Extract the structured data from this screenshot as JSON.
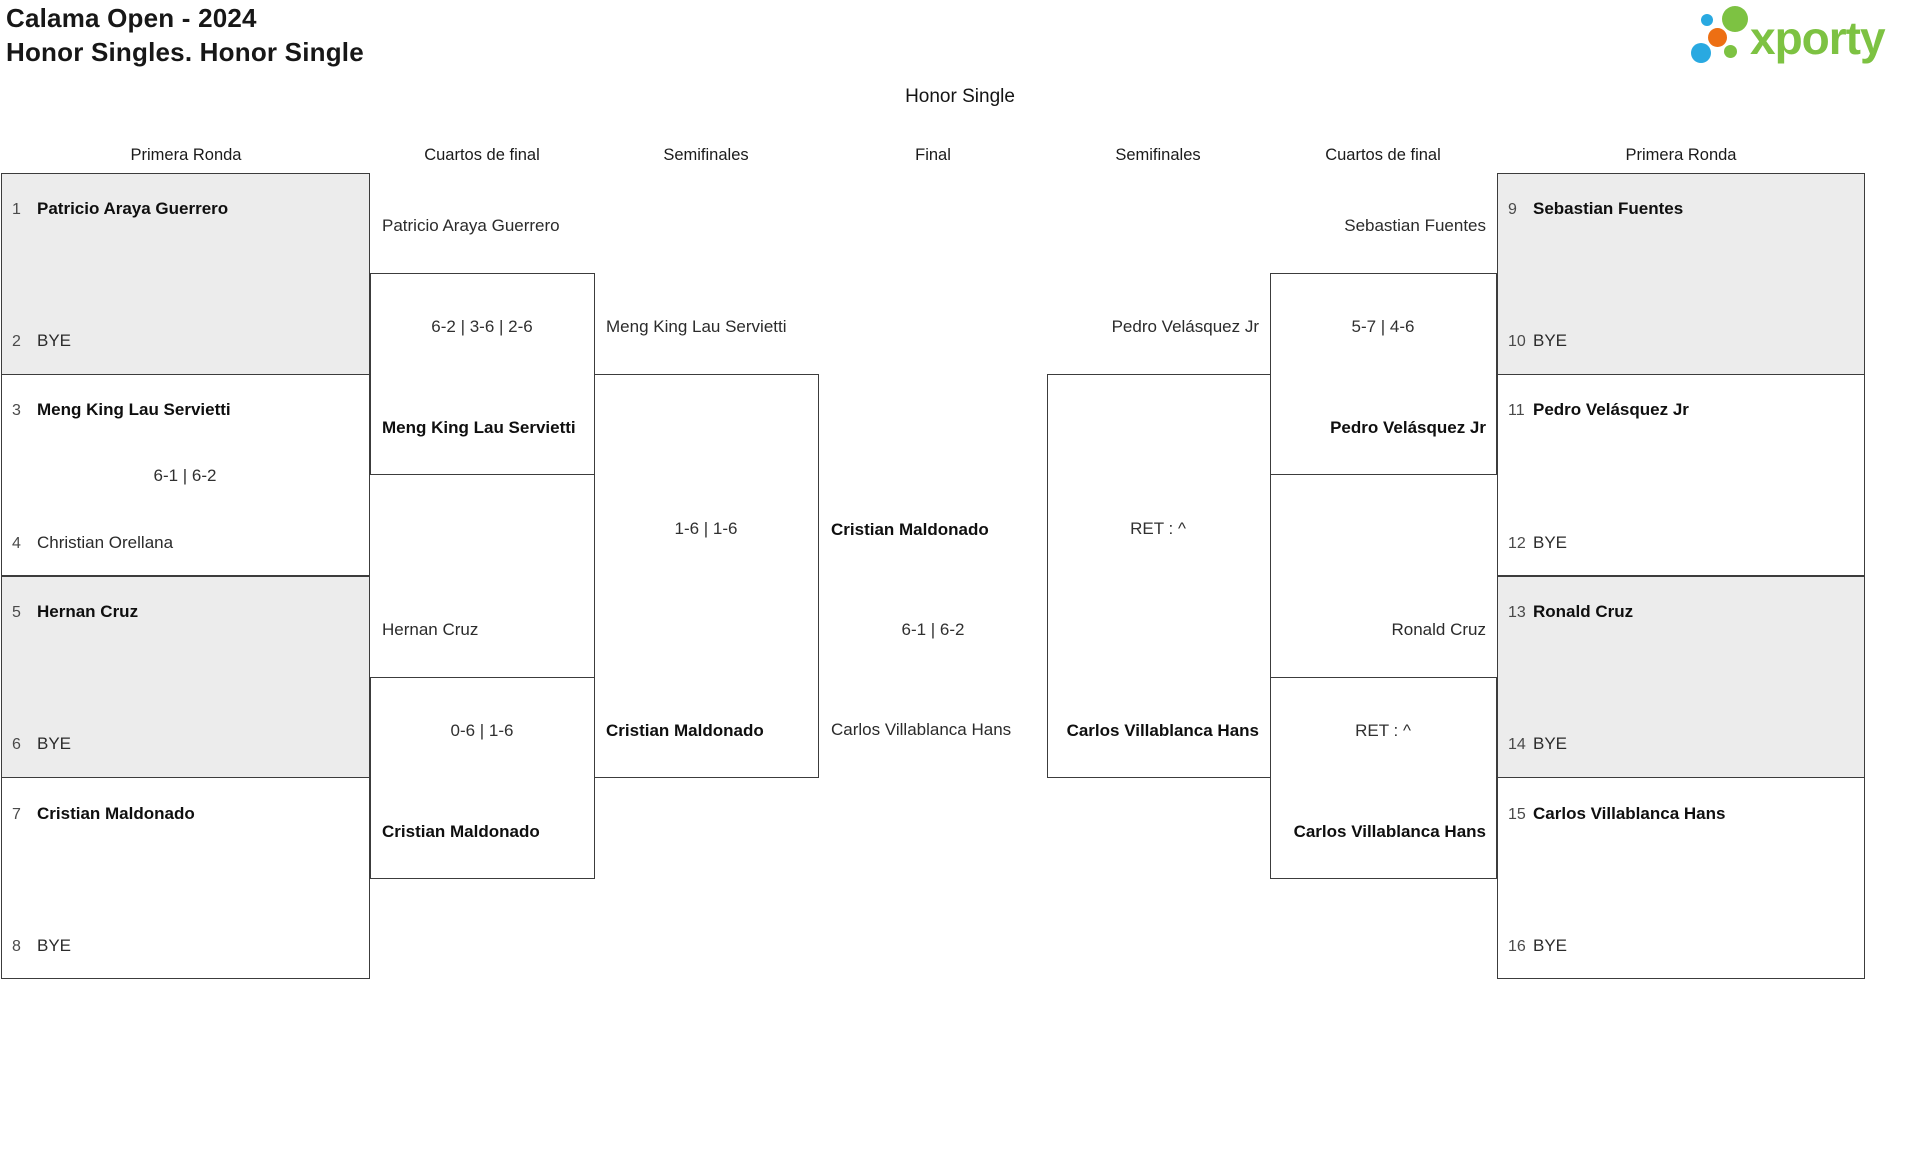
{
  "page": {
    "title_line1": "Calama Open - 2024",
    "title_line2": "Honor Singles. Honor Single",
    "logo_text": "xporty",
    "bracket_title": "Honor Single"
  },
  "round_headers": [
    "Primera Ronda",
    "Cuartos de final",
    "Semifinales",
    "Final",
    "Semifinales",
    "Cuartos de final",
    "Primera Ronda"
  ],
  "colors": {
    "box_border": "#3c3c3c",
    "box_shaded_fill": "#ececec",
    "logo_green": "#7dc242",
    "logo_blue": "#29a9e1",
    "logo_orange": "#ed6f13"
  },
  "bracket": {
    "r1_left": [
      {
        "p1_seed": "1",
        "p1_name": "Patricio Araya Guerrero",
        "p2_seed": "2",
        "p2_name": "BYE"
      },
      {
        "p1_seed": "3",
        "p1_name": "Meng King Lau Servietti",
        "score": "6-1 | 6-2",
        "p2_seed": "4",
        "p2_name": "Christian Orellana"
      },
      {
        "p1_seed": "5",
        "p1_name": "Hernan Cruz",
        "p2_seed": "6",
        "p2_name": "BYE"
      },
      {
        "p1_seed": "7",
        "p1_name": "Cristian Maldonado",
        "p2_seed": "8",
        "p2_name": "BYE"
      }
    ],
    "qf_left": [
      {
        "player_top": "Patricio Araya Guerrero",
        "score": "6-2 | 3-6 | 2-6",
        "player_bottom": "Meng King Lau Servietti"
      },
      {
        "player_top": "Hernan Cruz",
        "score": "0-6 | 1-6",
        "player_bottom": "Cristian Maldonado"
      }
    ],
    "sf_left": {
      "player_top": "Meng King Lau Servietti",
      "score": "1-6 | 1-6",
      "player_bottom": "Cristian Maldonado"
    },
    "final": {
      "player_top": "Cristian Maldonado",
      "score": "6-1 | 6-2",
      "player_bottom": "Carlos Villablanca Hans"
    },
    "sf_right": {
      "player_top": "Pedro Velásquez Jr",
      "score": "RET : ^",
      "player_bottom": "Carlos Villablanca Hans"
    },
    "qf_right": [
      {
        "player_top": "Sebastian Fuentes",
        "score": "5-7 | 4-6",
        "player_bottom": "Pedro Velásquez Jr"
      },
      {
        "player_top": "Ronald Cruz",
        "score": "RET : ^",
        "player_bottom": "Carlos Villablanca Hans"
      }
    ],
    "r1_right": [
      {
        "p1_seed": "9",
        "p1_name": "Sebastian Fuentes",
        "p2_seed": "10",
        "p2_name": "BYE"
      },
      {
        "p1_seed": "11",
        "p1_name": "Pedro Velásquez Jr",
        "p2_seed": "12",
        "p2_name": "BYE"
      },
      {
        "p1_seed": "13",
        "p1_name": "Ronald Cruz",
        "p2_seed": "14",
        "p2_name": "BYE"
      },
      {
        "p1_seed": "15",
        "p1_name": "Carlos Villablanca Hans",
        "p2_seed": "16",
        "p2_name": "BYE"
      }
    ]
  }
}
